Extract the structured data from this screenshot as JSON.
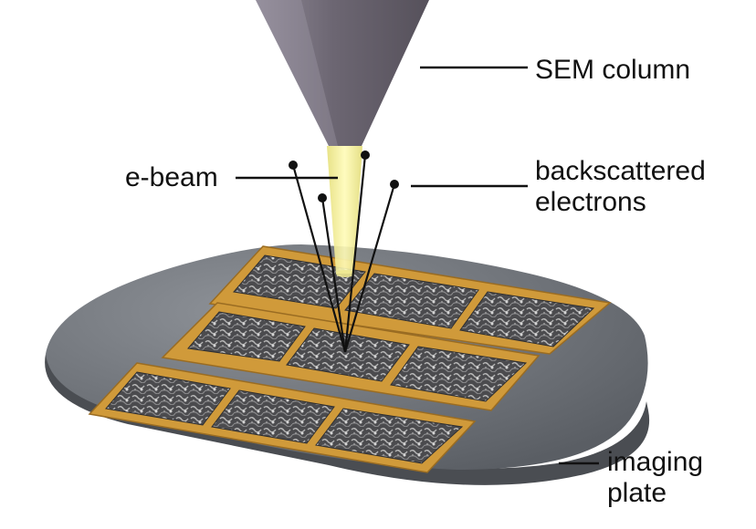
{
  "labels": {
    "sem_column": "SEM column",
    "e_beam": "e-beam",
    "backscattered_line1": "backscattered",
    "backscattered_line2": "electrons",
    "imaging_plate_line1": "imaging",
    "imaging_plate_line2": "plate"
  },
  "colors": {
    "column": "#77717d",
    "beam": "#efe98e",
    "plate": "#6d7177",
    "frame": "#d09a3a",
    "pattern": "#4d4d4f",
    "leader": "#111111"
  },
  "grid": {
    "rows": 3,
    "columns": 3
  }
}
